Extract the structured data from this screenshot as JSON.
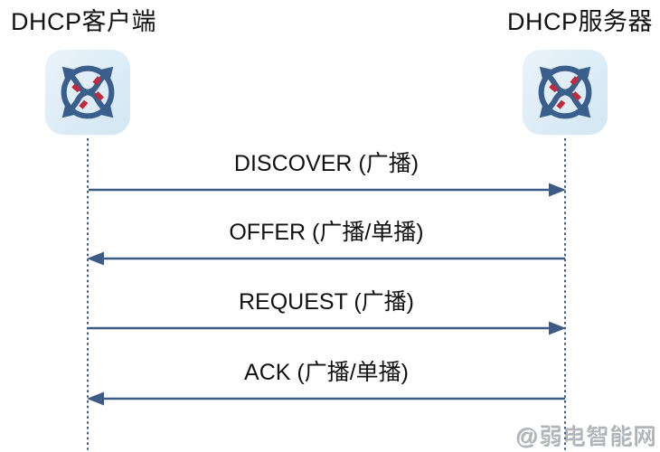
{
  "diagram": {
    "type": "sequence",
    "actors": [
      {
        "name": "DHCP客户端",
        "role": "client",
        "icon": "router-icon"
      },
      {
        "name": "DHCP服务器",
        "role": "server",
        "icon": "router-icon"
      }
    ],
    "messages": [
      {
        "label": "DISCOVER (广播)",
        "from": "client",
        "to": "server",
        "direction": "right"
      },
      {
        "label": "OFFER (广播/单播)",
        "from": "server",
        "to": "client",
        "direction": "left"
      },
      {
        "label": "REQUEST (广播)",
        "from": "client",
        "to": "server",
        "direction": "right"
      },
      {
        "label": "ACK (广播/单播)",
        "from": "server",
        "to": "client",
        "direction": "left"
      }
    ],
    "watermark": "@弱电智能网"
  },
  "colors": {
    "arrow": "#3c5c85",
    "icon_stroke": "#3a5f8c",
    "icon_accent_red": "#c2293d",
    "icon_background": "#d8eaf6",
    "text": "#121212",
    "watermark_gray": "#b0b4b8",
    "background": "#ffffff"
  }
}
